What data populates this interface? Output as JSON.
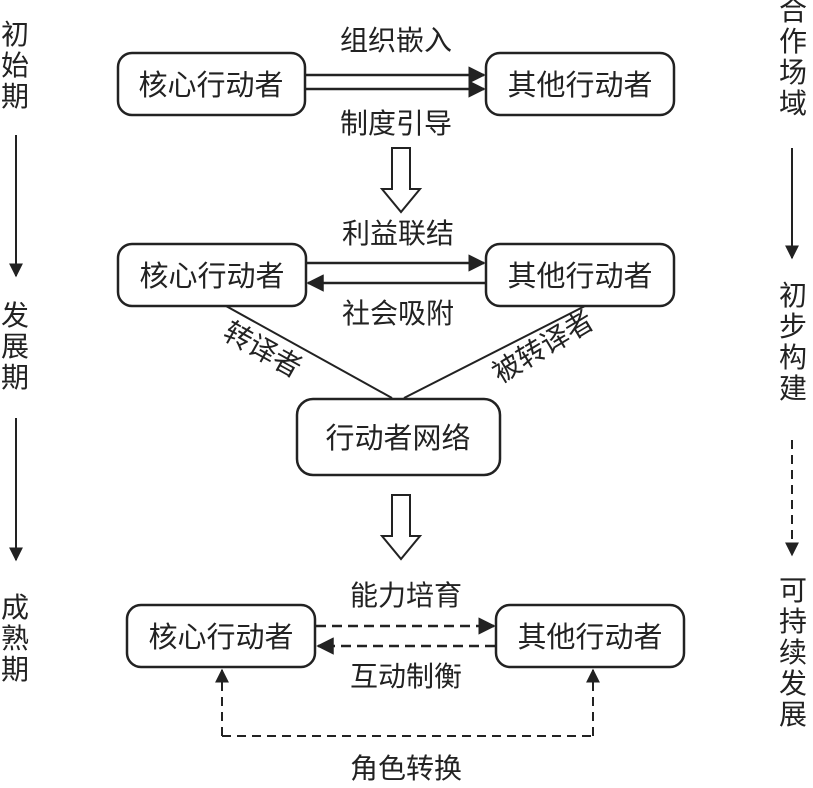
{
  "left_timeline": {
    "stages": [
      {
        "label": "初始期"
      },
      {
        "label": "发展期"
      },
      {
        "label": "成熟期"
      }
    ]
  },
  "right_timeline": {
    "stages": [
      {
        "label": "合作场域"
      },
      {
        "label": "初步构建"
      },
      {
        "label": "可持续发展"
      }
    ]
  },
  "stage1": {
    "core": "核心行动者",
    "other": "其他行动者",
    "top_label": "组织嵌入",
    "bottom_label": "制度引导"
  },
  "stage2": {
    "core": "核心行动者",
    "other": "其他行动者",
    "top_label": "利益联结",
    "bottom_label": "社会吸附",
    "left_diag_label": "转译者",
    "right_diag_label": "被转译者",
    "network": "行动者网络"
  },
  "stage3": {
    "core": "核心行动者",
    "other": "其他行动者",
    "top_label": "能力培育",
    "bottom_label": "互动制衡",
    "feedback_label": "角色转换"
  }
}
